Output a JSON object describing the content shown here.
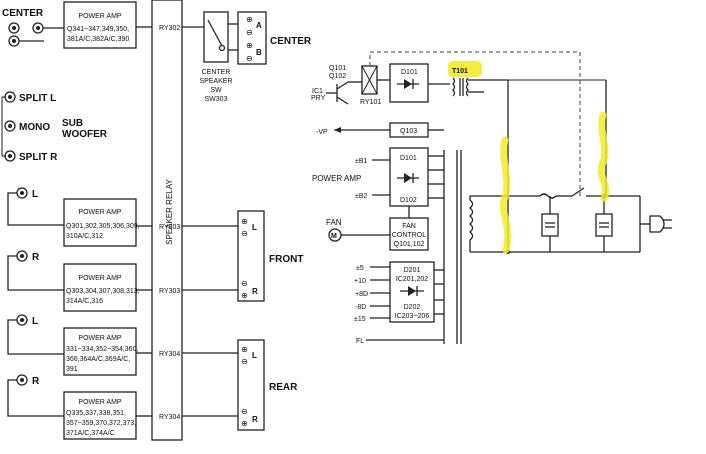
{
  "inputs": {
    "center": "CENTER",
    "split_l": "SPLIT L",
    "mono": "MONO",
    "subwoofer_1": "SUB",
    "subwoofer_2": "WOOFER",
    "split_r": "SPLIT R",
    "front_l": "L",
    "front_r": "R",
    "rear_l": "L",
    "rear_r": "R"
  },
  "amps": {
    "center": {
      "title": "POWER AMP",
      "line1": "Q341~347,349,350,",
      "line2": "381A/C,382A/C,390"
    },
    "front_l": {
      "title": "POWER AMP",
      "line1": "Q301,302,305,306,309,",
      "line2": "310A/C,312"
    },
    "front_r": {
      "title": "POWER AMP",
      "line1": "Q303,304,307,308,313,",
      "line2": "314A/C,316"
    },
    "rear_l": {
      "title": "POWER AMP",
      "line1": "331~334,352~354,360,",
      "line2": "366,364A/C,369A/C,",
      "line3": "391"
    },
    "rear_r": {
      "title": "POWER AMP",
      "line1": "Q335,337,338,351,",
      "line2": "357~359,370,372,373,",
      "line3": "371A/C,374A/C"
    }
  },
  "relay": {
    "label": "SPEAKER RELAY",
    "ry302": "RY302",
    "ry303a": "RY303",
    "ry303b": "RY303",
    "ry304a": "RY304",
    "ry304b": "RY304"
  },
  "center_switch": {
    "line1": "CENTER",
    "line2": "SPEAKER",
    "line3": "SW",
    "line4": "SW303"
  },
  "terminals": {
    "center_label": "CENTER",
    "a": "A",
    "b": "B",
    "front_label": "FRONT",
    "rear_label": "REAR",
    "l": "L",
    "r": "R",
    "plus": "⊕",
    "minus": "⊖"
  },
  "power": {
    "q101": "Q101",
    "q102": "Q102",
    "ic1_1": "IC1",
    "ic1_2": "PRY",
    "ry101": "RY101",
    "d101": "D101",
    "t101": "T101",
    "q103": "Q103",
    "vp": "-VP",
    "b1": "±B1",
    "b2": "±B2",
    "pa_label": "POWER AMP",
    "pa_d101": "D101",
    "pa_d102": "D102",
    "fan": "FAN",
    "fan_ctrl_1": "FAN",
    "fan_ctrl_2": "CONTROL",
    "fan_ctrl_3": "Q101,102",
    "m": "M",
    "v5": "±5",
    "v10": "+10",
    "v8": "+8D",
    "v8m": "-8D",
    "v15": "±15",
    "d201": "D201",
    "ic201": "IC201,202",
    "d202": "D202",
    "ic203": "IC203~206",
    "fl": "FL"
  },
  "colors": {
    "highlight": "#f2ec28",
    "line": "#222222"
  }
}
